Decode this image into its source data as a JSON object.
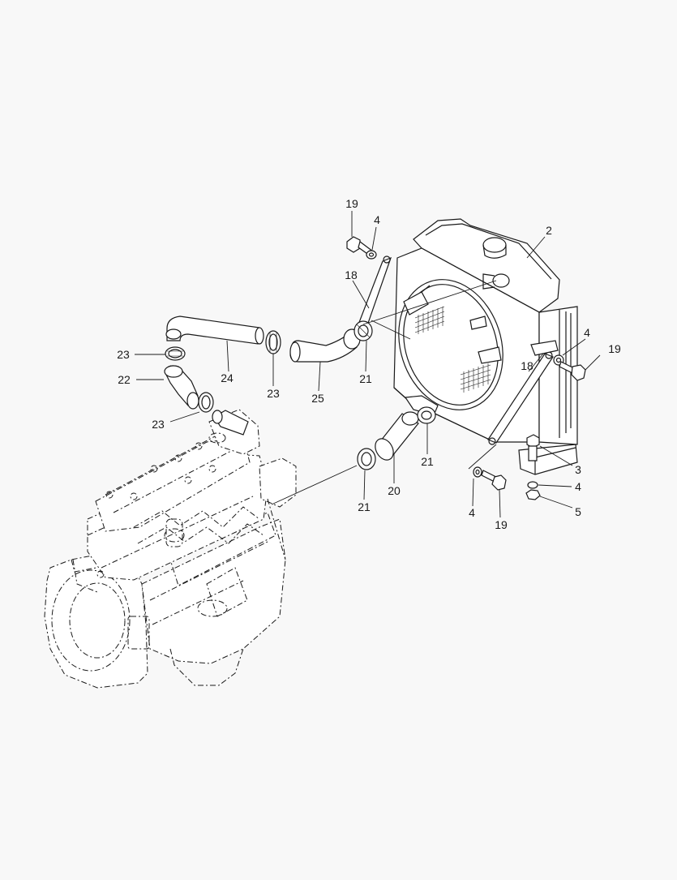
{
  "diagram": {
    "callouts": [
      {
        "id": "c19a",
        "text": "19"
      },
      {
        "id": "c4a",
        "text": "4"
      },
      {
        "id": "c2",
        "text": "2"
      },
      {
        "id": "c18a",
        "text": "18"
      },
      {
        "id": "c4b",
        "text": "4"
      },
      {
        "id": "c19b",
        "text": "19"
      },
      {
        "id": "c18b",
        "text": "18"
      },
      {
        "id": "c23a",
        "text": "23"
      },
      {
        "id": "c22",
        "text": "22"
      },
      {
        "id": "c24",
        "text": "24"
      },
      {
        "id": "c23b",
        "text": "23"
      },
      {
        "id": "c25",
        "text": "25"
      },
      {
        "id": "c21a",
        "text": "21"
      },
      {
        "id": "c23c",
        "text": "23"
      },
      {
        "id": "c21b",
        "text": "21"
      },
      {
        "id": "c3",
        "text": "3"
      },
      {
        "id": "c20",
        "text": "20"
      },
      {
        "id": "c4c",
        "text": "4"
      },
      {
        "id": "c5",
        "text": "5"
      },
      {
        "id": "c21c",
        "text": "21"
      },
      {
        "id": "c4d",
        "text": "4"
      },
      {
        "id": "c19c",
        "text": "19"
      }
    ]
  }
}
